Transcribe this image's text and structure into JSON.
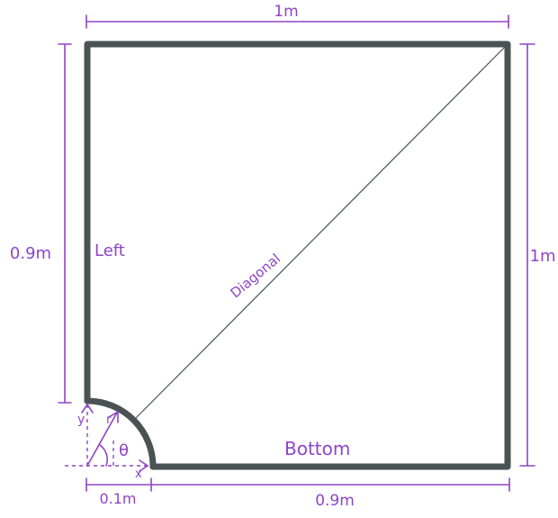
{
  "colors": {
    "wall": "#4a5253",
    "annotation": "#8e44c9",
    "background": "#ffffff"
  },
  "labels": {
    "top_width": "1m",
    "right_height": "1m",
    "left_height": "0.9m",
    "bottom_length": "0.9m",
    "corner_offset": "0.1m",
    "left_wall": "Left",
    "diagonal": "Diagonal",
    "bottom_wall": "Bottom",
    "radius": "r",
    "angle": "θ",
    "x_axis": "x",
    "y_axis": "y"
  }
}
